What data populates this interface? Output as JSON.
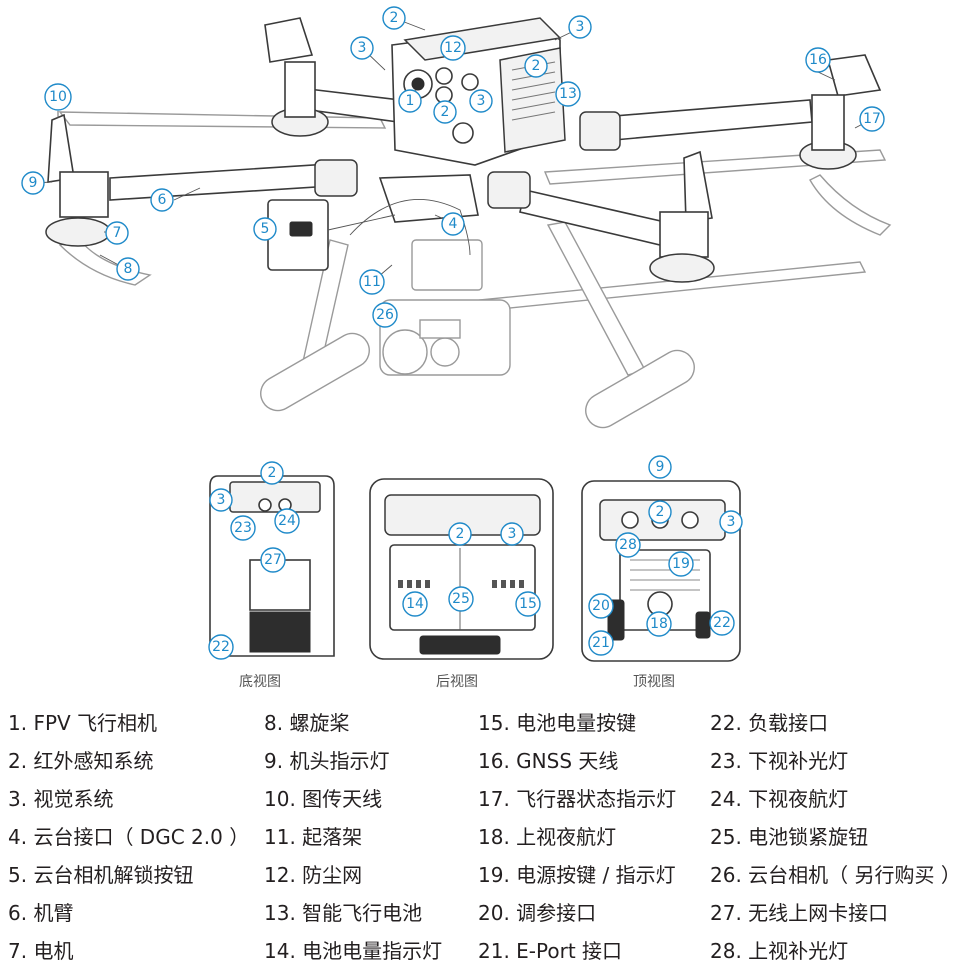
{
  "views": {
    "bottom": "底视图",
    "rear": "后视图",
    "top": "顶视图"
  },
  "legend": [
    {
      "num": "1.",
      "label": "FPV 飞行相机"
    },
    {
      "num": "2.",
      "label": "红外感知系统"
    },
    {
      "num": "3.",
      "label": "视觉系统"
    },
    {
      "num": "4.",
      "label": "云台接口（ DGC 2.0 ）"
    },
    {
      "num": "5.",
      "label": "云台相机解锁按钮"
    },
    {
      "num": "6.",
      "label": "机臂"
    },
    {
      "num": "7.",
      "label": "电机"
    },
    {
      "num": "8.",
      "label": "螺旋桨"
    },
    {
      "num": "9.",
      "label": "机头指示灯"
    },
    {
      "num": "10.",
      "label": "图传天线"
    },
    {
      "num": "11.",
      "label": "起落架"
    },
    {
      "num": "12.",
      "label": "防尘网"
    },
    {
      "num": "13.",
      "label": "智能飞行电池"
    },
    {
      "num": "14.",
      "label": "电池电量指示灯"
    },
    {
      "num": "15.",
      "label": "电池电量按键"
    },
    {
      "num": "16.",
      "label": "GNSS 天线"
    },
    {
      "num": "17.",
      "label": "飞行器状态指示灯"
    },
    {
      "num": "18.",
      "label": "上视夜航灯"
    },
    {
      "num": "19.",
      "label": "电源按键 / 指示灯"
    },
    {
      "num": "20.",
      "label": "调参接口"
    },
    {
      "num": "21.",
      "label": "E-Port 接口"
    },
    {
      "num": "22.",
      "label": "负载接口"
    },
    {
      "num": "23.",
      "label": "下视补光灯"
    },
    {
      "num": "24.",
      "label": "下视夜航灯"
    },
    {
      "num": "25.",
      "label": "电池锁紧旋钮"
    },
    {
      "num": "26.",
      "label": "云台相机（ 另行购买 ）"
    },
    {
      "num": "27.",
      "label": "无线上网卡接口"
    },
    {
      "num": "28.",
      "label": "上视补光灯"
    }
  ],
  "callouts": {
    "main": [
      "1",
      "2",
      "2",
      "2",
      "3",
      "3",
      "3",
      "4",
      "5",
      "6",
      "7",
      "8",
      "9",
      "10",
      "11",
      "12",
      "13",
      "16",
      "17",
      "26"
    ],
    "bottom": [
      "2",
      "3",
      "23",
      "24",
      "27",
      "22"
    ],
    "rear": [
      "2",
      "3",
      "14",
      "25",
      "15"
    ],
    "top": [
      "9",
      "2",
      "3",
      "28",
      "19",
      "20",
      "18",
      "21",
      "22"
    ]
  },
  "colors": {
    "callout": "#1f8ac9",
    "line_art": "#3a3a3a",
    "text": "#231f20"
  }
}
